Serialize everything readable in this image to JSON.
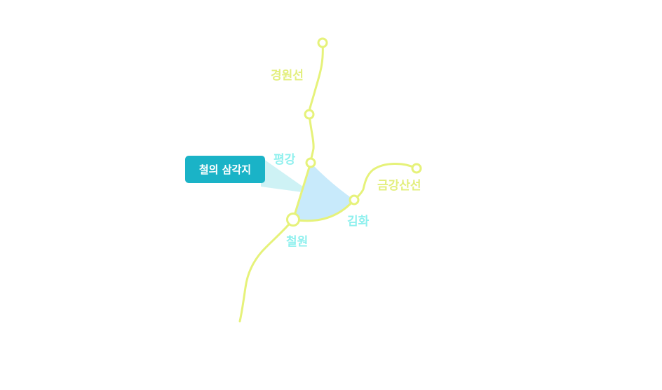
{
  "lines": {
    "gyeongwon": "경원선",
    "geumgangsan": "금강산선"
  },
  "stations": {
    "pyeonggang": "평강",
    "cheorwon": "철원",
    "gimhwa": "김화"
  },
  "callout": {
    "label": "철의 삼각지"
  },
  "colors": {
    "rail_line": "#e6f27a",
    "station_label": "#8ff0ee",
    "triangle_fill": "#c8eafb",
    "callout_bg": "#1ab3c7",
    "callout_text": "#ffffff"
  }
}
